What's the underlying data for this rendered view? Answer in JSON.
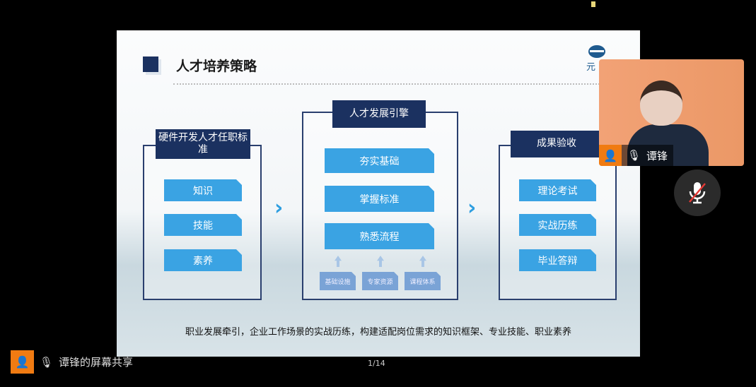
{
  "slide": {
    "title": "人才培养策略",
    "logo_text": "元",
    "left": {
      "header": "硬件开发人才任职标准",
      "items": [
        "知识",
        "技能",
        "素养"
      ]
    },
    "middle": {
      "header": "人才发展引擎",
      "items": [
        "夯实基础",
        "掌握标准",
        "熟悉流程"
      ],
      "resources": [
        "基础设施",
        "专家资源",
        "课程体系"
      ]
    },
    "right": {
      "header": "成果验收",
      "items": [
        "理论考试",
        "实战历练",
        "毕业答辩"
      ]
    },
    "caption": "职业发展牵引，企业工作场景的实战历练，构建适配岗位需求的知识框架、专业技能、职业素养",
    "arrow": "›"
  },
  "video": {
    "name": "谭锋"
  },
  "share": {
    "label": "谭锋的屏幕共享",
    "page": "1/14"
  },
  "colors": {
    "navy": "#1b3160",
    "blue": "#3aa3e3",
    "orange": "#f07b12"
  }
}
